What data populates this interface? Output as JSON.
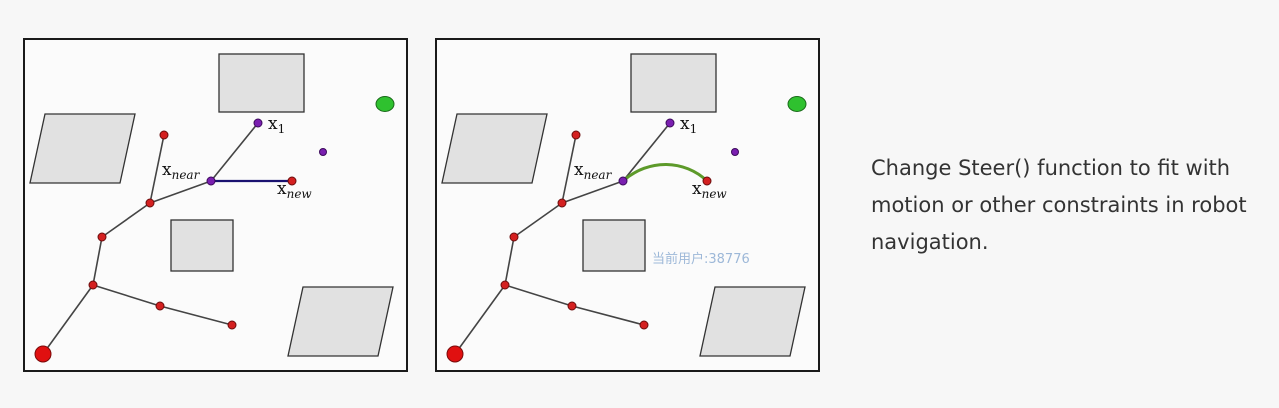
{
  "caption": "Change Steer() function to fit with motion or other constraints in robot navigation.",
  "watermark": "当前用户:38776",
  "labels": {
    "x1_main": "x",
    "x1_sub": "1",
    "near_main": "x",
    "near_sub": "near",
    "new_main": "x",
    "new_sub": "new"
  },
  "colors": {
    "node": "#d42020",
    "node_highlight": "#7a1fb0",
    "goal": "#2fc12f",
    "start": "#e01010",
    "obstacle": "#e1e1e1",
    "edge": "#444444",
    "steer_straight": "#1a1270",
    "steer_curve": "#5d9a2a"
  }
}
